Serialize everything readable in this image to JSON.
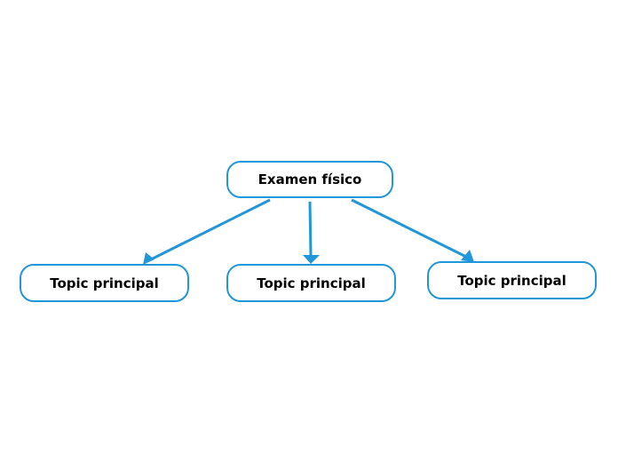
{
  "diagram": {
    "type": "mind-map",
    "accent_color": "#2196d8",
    "root": {
      "label": "Examen físico"
    },
    "children": [
      {
        "label": "Topic principal"
      },
      {
        "label": "Topic principal"
      },
      {
        "label": "Topic principal"
      }
    ]
  }
}
